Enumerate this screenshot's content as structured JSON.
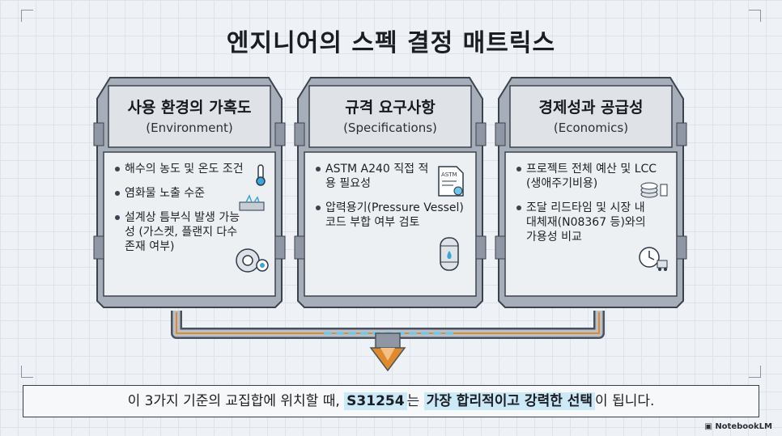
{
  "title": "엔지니어의 스펙 결정 매트릭스",
  "panels": [
    {
      "title_ko": "사용 환경의 가혹도",
      "title_en": "(Environment)",
      "items": [
        "해수의 농도 및 온도 조건",
        "염화물 노출 수준",
        "설계상 틈부식 발생 가능성 (가스켓, 플랜지 다수 존재 여부)"
      ],
      "icons": [
        "thermometer-icon",
        "corrosion-icon",
        "flange-gasket-icon"
      ]
    },
    {
      "title_ko": "규격 요구사항",
      "title_en": "(Specifications)",
      "items": [
        "ASTM A240 직접 적용 필요성",
        "압력용기(Pressure Vessel) 코드 부합 여부 검토"
      ],
      "icons": [
        "astm-document-icon",
        "pressure-vessel-icon"
      ],
      "doc_label": "ASTM"
    },
    {
      "title_ko": "경제성과 공급성",
      "title_en": "(Economics)",
      "items": [
        "프로젝트 전체 예산 및 LCC (생애주기비용)",
        "조달 리드타임 및 시장 내 대체재(N08367 등)와의 가용성 비교"
      ],
      "icons": [
        "coins-icon",
        "clock-truck-icon"
      ]
    }
  ],
  "conclusion": {
    "pre": "이 3가지 기준의 교집합에 위치할 때, ",
    "grade": "S31254",
    "mid": "는 ",
    "highlight": "가장 합리적이고 강력한 선택",
    "post": "이 됩니다."
  },
  "brand": "NotebookLM",
  "colors": {
    "accent": "#e08a2c",
    "highlight": "#cbe9f6",
    "flow": "#6ec6e8"
  }
}
